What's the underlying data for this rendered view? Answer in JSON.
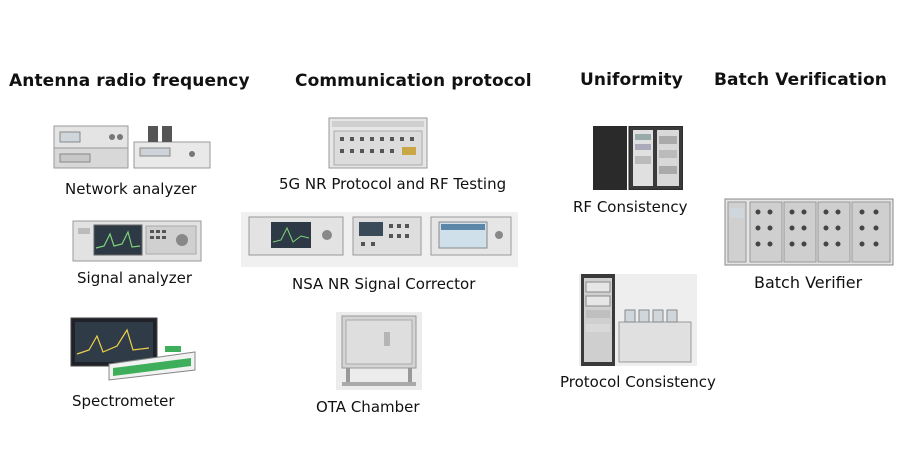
{
  "headings": {
    "antenna": "Antenna radio frequency",
    "protocol": "Communication protocol",
    "uniformity": "Uniformity",
    "batch": "Batch Verification"
  },
  "captions": {
    "network_analyzer": "Network analyzer",
    "signal_analyzer": "Signal analyzer",
    "spectrometer": "Spectrometer",
    "nr_protocol": "5G NR Protocol and RF Testing",
    "nsa_corrector": "NSA NR Signal Corrector",
    "ota_chamber": "OTA Chamber",
    "rf_consistency": "RF Consistency",
    "protocol_consistency": "Protocol Consistency",
    "batch_verifier": "Batch Verifier"
  },
  "colors": {
    "instrument_gray": "#d6d6d6",
    "screen_dark": "#2b3440",
    "rack_black": "#2a2a2a",
    "accent_green": "#3fae5a"
  }
}
